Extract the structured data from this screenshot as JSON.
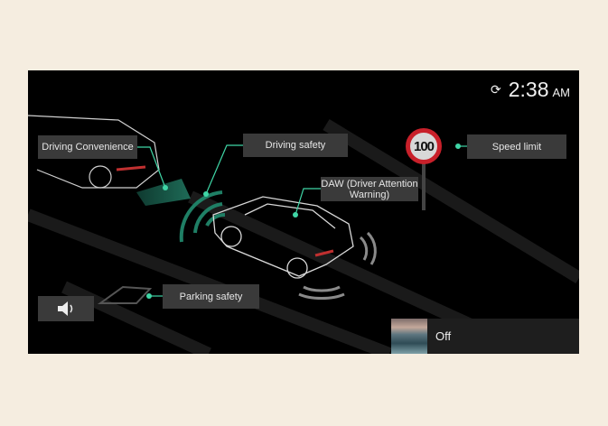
{
  "clock": {
    "time": "2:38",
    "ampm": "AM",
    "icon": "connected-car-icon"
  },
  "labels": {
    "driving_convenience": "Driving Convenience",
    "driving_safety": "Driving safety",
    "daw_line1": "DAW (Driver Attention",
    "daw_line2": "Warning)",
    "speed_limit": "Speed limit",
    "parking_safety": "Parking safety"
  },
  "speed_sign": {
    "value": "100"
  },
  "speaker": {
    "icon": "speaker-icon"
  },
  "media": {
    "status": "Off"
  },
  "colors": {
    "accent": "#3fd6a6",
    "sign_red": "#c8202a",
    "panel": "#3a3a3a"
  }
}
